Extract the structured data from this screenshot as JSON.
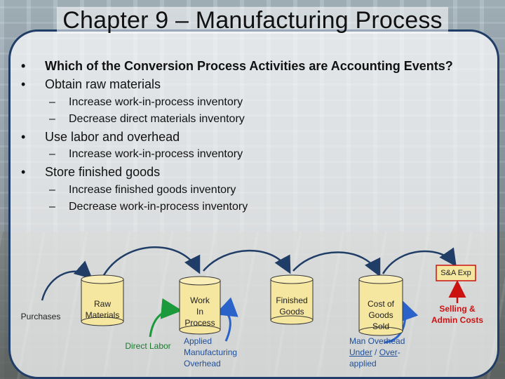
{
  "title": "Chapter 9 – Manufacturing Process",
  "bullets": {
    "q": "Which of the Conversion Process Activities are Accounting Events?",
    "raw": "Obtain raw materials",
    "raw_1": "Increase work-in-process inventory",
    "raw_2": "Decrease direct materials inventory",
    "labor": "Use labor and overhead",
    "labor_1": "Increase work-in-process inventory",
    "store": "Store finished goods",
    "store_1": "Increase finished goods inventory",
    "store_2": "Decrease work-in-process inventory"
  },
  "diagram": {
    "purchases": "Purchases",
    "raw_materials": [
      "Raw",
      "Materials"
    ],
    "wip": [
      "Work",
      "In",
      "Process"
    ],
    "finished": [
      "Finished",
      "Goods"
    ],
    "cogs": [
      "Cost of",
      "Goods",
      "Sold"
    ],
    "direct_labor": "Direct Labor",
    "applied": [
      "Applied",
      "Manufacturing",
      "Overhead"
    ],
    "man_overhead": "Man Overhead",
    "under": "Under",
    "slash": " / ",
    "over": "Over",
    "over_suffix": "-",
    "applied_word": "applied",
    "sa_exp": "S&A Exp",
    "selling": [
      "Selling &",
      "Admin Costs"
    ],
    "colors": {
      "cylinder": "#f5e6a0",
      "arrow": "#1f3d66",
      "green": "#1a9a3a",
      "blue": "#2a62c9",
      "red": "#cc1111"
    }
  }
}
